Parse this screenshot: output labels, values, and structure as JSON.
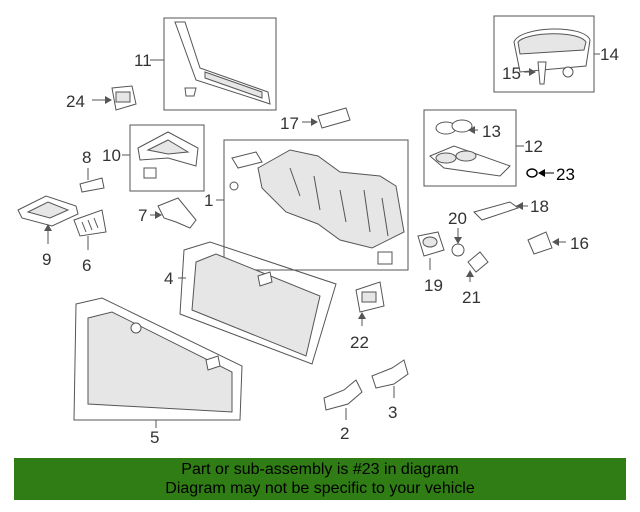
{
  "callouts": {
    "c1": "1",
    "c2": "2",
    "c3": "3",
    "c4": "4",
    "c5": "5",
    "c6": "6",
    "c7": "7",
    "c8": "8",
    "c9": "9",
    "c10": "10",
    "c11": "11",
    "c12": "12",
    "c13": "13",
    "c14": "14",
    "c15": "15",
    "c16": "16",
    "c17": "17",
    "c18": "18",
    "c19": "19",
    "c20": "20",
    "c21": "21",
    "c22": "22",
    "c23": "23",
    "c24": "24"
  },
  "footer": {
    "line1": "Part or sub-assembly is #23 in diagram",
    "line2": "Diagram may not be specific to your vehicle"
  },
  "colors": {
    "footer_bg": "#2f7d14",
    "line": "#555555",
    "highlight_callout": "#000000"
  }
}
